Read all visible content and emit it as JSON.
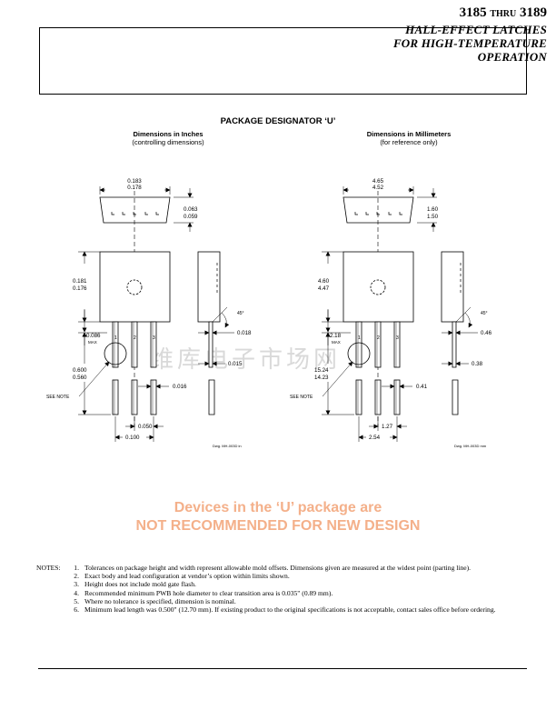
{
  "title": {
    "part_from": "3185",
    "thru": "THRU",
    "part_to": "3189",
    "line2": "HALL-EFFECT LATCHES",
    "line3": "FOR HIGH-TEMPERATURE",
    "line4": "OPERATION"
  },
  "package_title": "PACKAGE DESIGNATOR ‘U’",
  "inches": {
    "heading": "Dimensions in Inches",
    "sub": "(controlling dimensions)",
    "width_max": "0.183",
    "width_min": "0.178",
    "thick_max": "0.063",
    "thick_min": "0.059",
    "body_h_max": "0.181",
    "body_h_min": "0.176",
    "lead_offset": "0.086",
    "lead_offset_note": "MAX",
    "lead_len_max": "0.600",
    "lead_len_min": "0.560",
    "lead_thick": "0.018",
    "lead_width_side": "0.015",
    "lead_width": "0.016",
    "pitch": "0.050",
    "span": "0.100",
    "angle": "45°",
    "drawing_no": "Dwg. MH-003D in"
  },
  "mm": {
    "heading": "Dimensions in Millimeters",
    "sub": "(for reference only)",
    "width_max": "4.65",
    "width_min": "4.52",
    "thick_max": "1.60",
    "thick_min": "1.50",
    "body_h_max": "4.60",
    "body_h_min": "4.47",
    "lead_offset": "2.18",
    "lead_offset_note": "MAX",
    "lead_len_max": "15.24",
    "lead_len_min": "14.23",
    "lead_thick": "0.46",
    "lead_width_side": "0.38",
    "lead_width": "0.41",
    "pitch": "1.27",
    "span": "2.54",
    "angle": "45°",
    "drawing_no": "Dwg. MH-003D mm"
  },
  "see_note": "SEE NOTE",
  "pin_labels": [
    "1",
    "2",
    "3"
  ],
  "watermark": "维库电子市场网",
  "warning_line1": "Devices in the ‘U’ package are",
  "warning_line2": "NOT RECOMMENDED FOR NEW DESIGN",
  "notes_label": "NOTES:",
  "notes": [
    {
      "num": "1.",
      "text": "Tolerances on package height and width represent allowable mold offsets.  Dimensions given are measured at the widest point (parting line)."
    },
    {
      "num": "2.",
      "text": "Exact body and lead configuration at vendor’s option within limits shown."
    },
    {
      "num": "3.",
      "text": "Height does not include mold gate flash."
    },
    {
      "num": "4.",
      "text": "Recommended minimum PWB hole diameter to clear transition area is 0.035\" (0.89 mm)."
    },
    {
      "num": "5.",
      "text": "Where no tolerance is specified, dimension is nominal."
    },
    {
      "num": "6.",
      "text": "Minimum lead length was 0.500\" (12.70 mm).  If existing product to the original specifications is not acceptable, contact sales office before ordering."
    }
  ],
  "colors": {
    "warning": "#f4b08a",
    "watermark": "#d9d9d9"
  }
}
